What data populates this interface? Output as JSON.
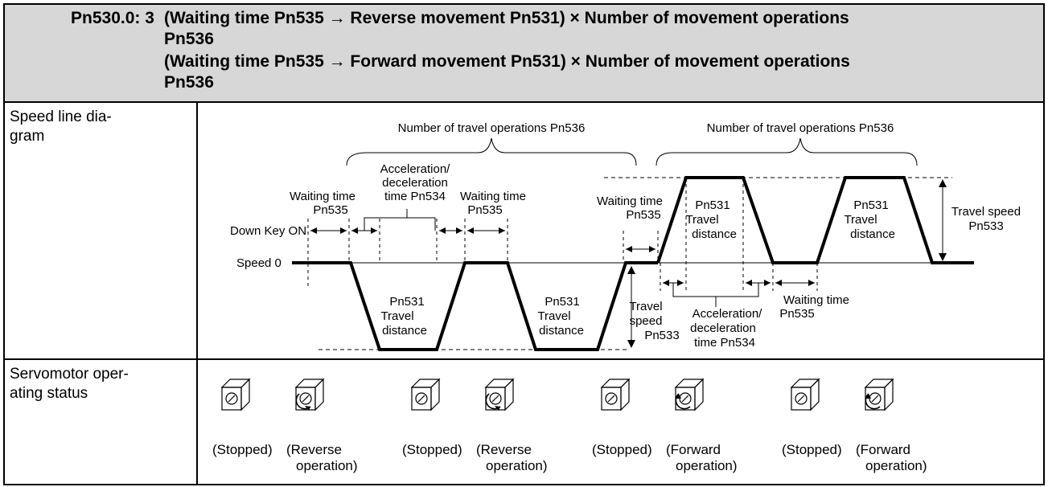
{
  "header": {
    "key": "Pn530.0: 3",
    "line1a": "(Waiting time Pn535 → Reverse movement Pn531) × Number of movement operations",
    "line1b": "Pn536",
    "line2a": "(Waiting time Pn535 → Forward movement Pn531) × Number of movement operations",
    "line2b": "Pn536"
  },
  "row_speed": {
    "label_l1": "Speed line dia-",
    "label_l2": "gram"
  },
  "diagram": {
    "num_travel_left": "Number of travel operations Pn536",
    "num_travel_right": "Number of travel operations Pn536",
    "accel_top_l1": "Acceleration/",
    "accel_top_l2": "deceleration",
    "accel_top_l3": "time Pn534",
    "wait1_l1": "Waiting time",
    "wait1_l2": "Pn535",
    "wait2_l1": "Waiting time",
    "wait2_l2": "Pn535",
    "wait3_l1": "Waiting time",
    "wait3_l2": "Pn535",
    "down_key": "Down Key ON",
    "speed0": "Speed 0",
    "rev1_l1": "Pn531",
    "rev1_l2": "Travel",
    "rev1_l3": "distance",
    "rev2_l1": "Pn531",
    "rev2_l2": "Travel",
    "rev2_l3": "distance",
    "fwd1_l1": "Pn531",
    "fwd1_l2": "Travel",
    "fwd1_l3": "distance",
    "fwd2_l1": "Pn531",
    "fwd2_l2": "Travel",
    "fwd2_l3": "distance",
    "tspeed_r_l1": "Travel speed",
    "tspeed_r_l2": "Pn533",
    "tspeed_b_l1": "Travel",
    "tspeed_b_l2": "speed",
    "tspeed_b_l3": "Pn533",
    "accel_bot_l1": "Acceleration/",
    "accel_bot_l2": "deceleration",
    "accel_bot_l3": "time Pn534",
    "wait4_l1": "Waiting time",
    "wait4_l2": "Pn535"
  },
  "row_servo": {
    "label_l1": "Servomotor oper-",
    "label_l2": "ating status",
    "motors": [
      {
        "state": "stopped",
        "l1": "(Stopped)",
        "l2": ""
      },
      {
        "state": "reverse",
        "l1": "(Reverse",
        "l2": "operation)"
      },
      {
        "state": "stopped",
        "l1": "(Stopped)",
        "l2": ""
      },
      {
        "state": "reverse",
        "l1": "(Reverse",
        "l2": "operation)"
      },
      {
        "state": "stopped",
        "l1": "(Stopped)",
        "l2": ""
      },
      {
        "state": "forward",
        "l1": "(Forward",
        "l2": "operation)"
      },
      {
        "state": "stopped",
        "l1": "(Stopped)",
        "l2": ""
      },
      {
        "state": "forward",
        "l1": "(Forward",
        "l2": "operation)"
      }
    ]
  },
  "colors": {
    "header_bg": "#d7d7d7",
    "line": "#000000",
    "gray_line": "#888888"
  }
}
